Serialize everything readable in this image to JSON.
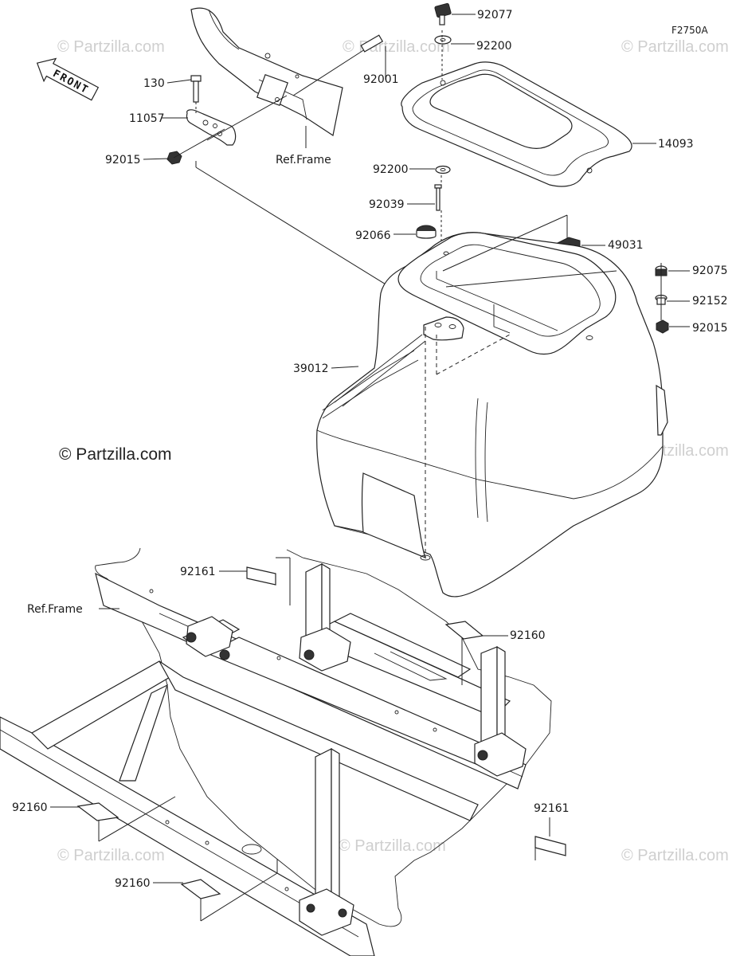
{
  "diagram_code": "F2750A",
  "front_arrow_label": "FRONT",
  "copyright": "© Partzilla.com",
  "watermark": "© Partzilla.com",
  "labels": {
    "p92077": "92077",
    "p92200_top": "92200",
    "p92001": "92001",
    "p130": "130",
    "p11057": "11057",
    "p92015_left": "92015",
    "ref_frame_top": "Ref.Frame",
    "p14093": "14093",
    "p92200_mid": "92200",
    "p92039": "92039",
    "p92066": "92066",
    "p49031": "49031",
    "p92075": "92075",
    "p92152": "92152",
    "p92015_right": "92015",
    "p39012": "39012",
    "p92161_top": "92161",
    "ref_frame_left": "Ref.Frame",
    "p92160_right": "92160",
    "p92160_left": "92160",
    "p92161_right": "92161",
    "p92160_bottom": "92160"
  }
}
